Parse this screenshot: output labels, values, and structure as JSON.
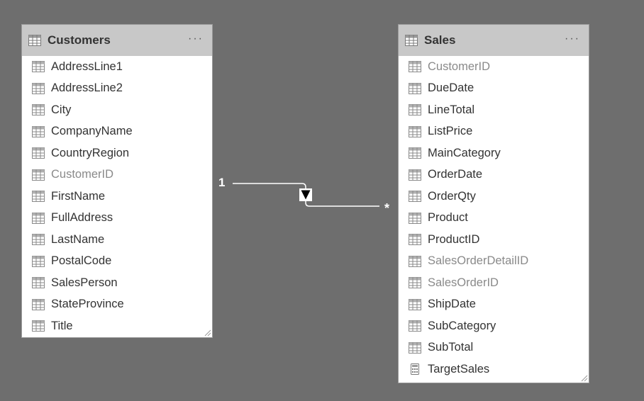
{
  "tables": [
    {
      "title": "Customers",
      "more_label": "···",
      "fields": [
        {
          "label": "AddressLine1",
          "icon": "column-icon",
          "hidden": false
        },
        {
          "label": "AddressLine2",
          "icon": "column-icon",
          "hidden": false
        },
        {
          "label": "City",
          "icon": "column-icon",
          "hidden": false
        },
        {
          "label": "CompanyName",
          "icon": "column-icon",
          "hidden": false
        },
        {
          "label": "CountryRegion",
          "icon": "column-icon",
          "hidden": false
        },
        {
          "label": "CustomerID",
          "icon": "column-icon",
          "hidden": true
        },
        {
          "label": "FirstName",
          "icon": "column-icon",
          "hidden": false
        },
        {
          "label": "FullAddress",
          "icon": "column-icon",
          "hidden": false
        },
        {
          "label": "LastName",
          "icon": "column-icon",
          "hidden": false
        },
        {
          "label": "PostalCode",
          "icon": "column-icon",
          "hidden": false
        },
        {
          "label": "SalesPerson",
          "icon": "column-icon",
          "hidden": false
        },
        {
          "label": "StateProvince",
          "icon": "column-icon",
          "hidden": false
        },
        {
          "label": "Title",
          "icon": "column-icon",
          "hidden": false
        }
      ]
    },
    {
      "title": "Sales",
      "more_label": "···",
      "fields": [
        {
          "label": "CustomerID",
          "icon": "column-icon",
          "hidden": true
        },
        {
          "label": "DueDate",
          "icon": "column-icon",
          "hidden": false
        },
        {
          "label": "LineTotal",
          "icon": "column-icon",
          "hidden": false
        },
        {
          "label": "ListPrice",
          "icon": "column-icon",
          "hidden": false
        },
        {
          "label": "MainCategory",
          "icon": "column-icon",
          "hidden": false
        },
        {
          "label": "OrderDate",
          "icon": "column-icon",
          "hidden": false
        },
        {
          "label": "OrderQty",
          "icon": "column-icon",
          "hidden": false
        },
        {
          "label": "Product",
          "icon": "column-icon",
          "hidden": false
        },
        {
          "label": "ProductID",
          "icon": "column-icon",
          "hidden": false
        },
        {
          "label": "SalesOrderDetailID",
          "icon": "column-icon",
          "hidden": true
        },
        {
          "label": "SalesOrderID",
          "icon": "column-icon",
          "hidden": true
        },
        {
          "label": "ShipDate",
          "icon": "column-icon",
          "hidden": false
        },
        {
          "label": "SubCategory",
          "icon": "column-icon",
          "hidden": false
        },
        {
          "label": "SubTotal",
          "icon": "column-icon",
          "hidden": false
        },
        {
          "label": "TargetSales",
          "icon": "calculator-icon",
          "hidden": false
        }
      ]
    }
  ],
  "relationship": {
    "from_cardinality": "1",
    "to_cardinality": "*",
    "filter_direction_icon": "down-triangle-icon"
  },
  "colors": {
    "canvas_background": "#6e6e6e",
    "header_background": "#c8c8c8",
    "text": "#333333",
    "hidden_text": "#8a8a8a",
    "relationship_line": "#ffffff"
  }
}
